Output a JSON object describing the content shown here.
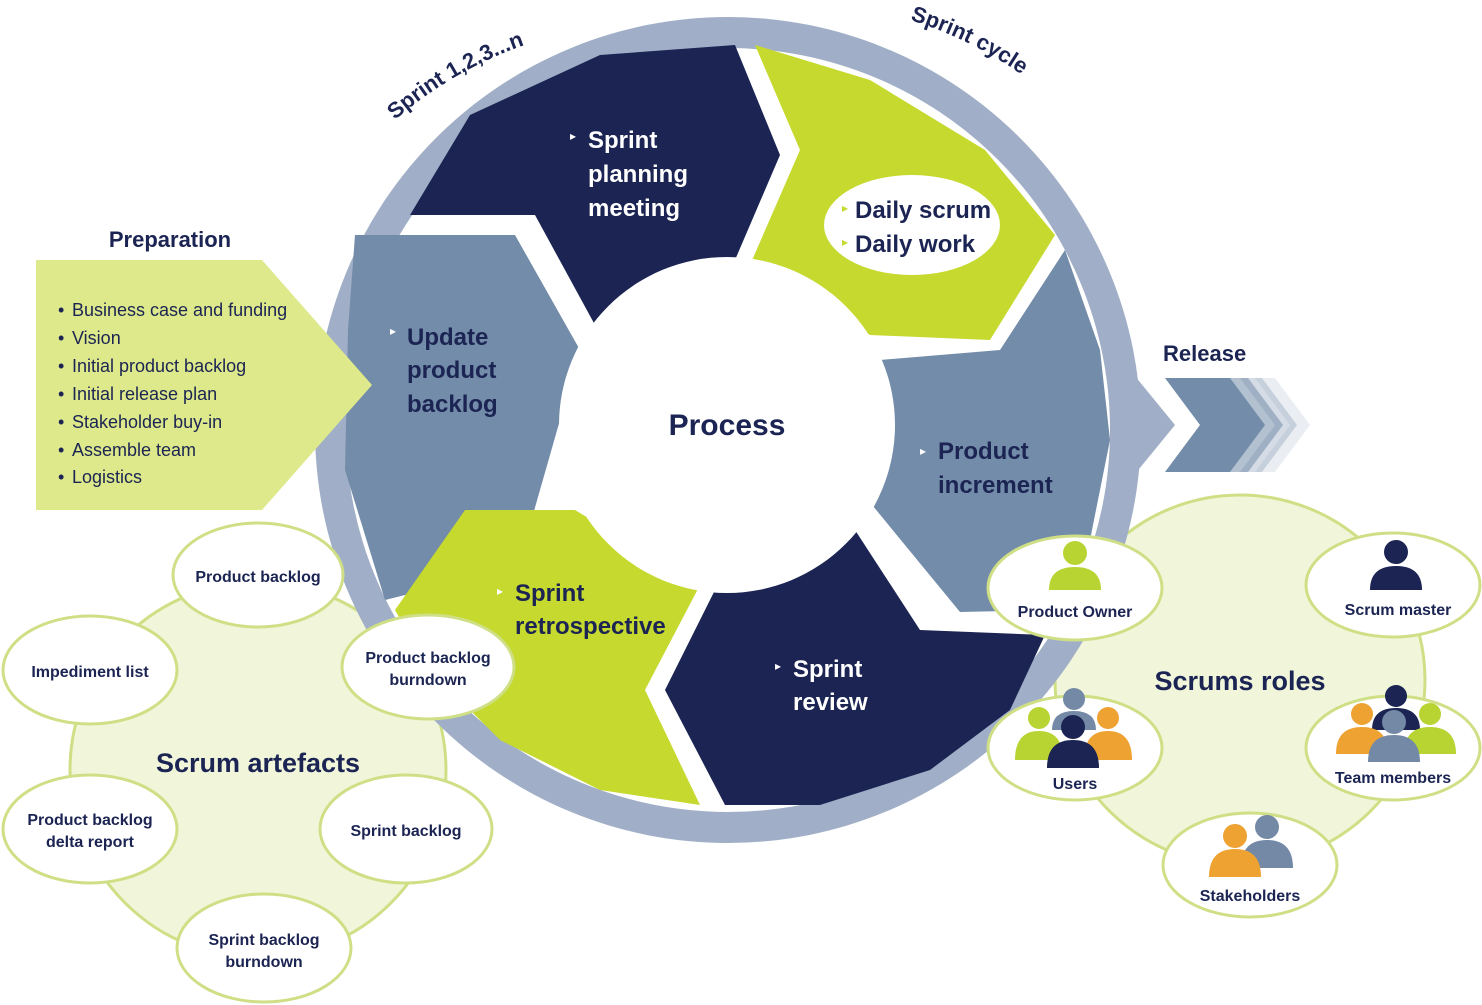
{
  "ring_labels": {
    "sprint_count": "Sprint 1,2,3...n",
    "sprint_cycle": "Sprint cycle"
  },
  "center": {
    "title": "Process"
  },
  "segments": {
    "planning": [
      "Sprint",
      "planning",
      "meeting"
    ],
    "daily": [
      "Daily scrum",
      "Daily work"
    ],
    "increment": [
      "Product",
      "increment"
    ],
    "review": [
      "Sprint",
      "review"
    ],
    "retrospective": [
      "Sprint",
      "retrospective"
    ],
    "update_backlog": [
      "Update",
      "product",
      "backlog"
    ]
  },
  "preparation": {
    "title": "Preparation",
    "items": [
      "Business case and funding",
      "Vision",
      "Initial product backlog",
      "Initial release plan",
      "Stakeholder buy-in",
      "Assemble team",
      "Logistics"
    ]
  },
  "release": {
    "title": "Release"
  },
  "artefacts": {
    "title": "Scrum artefacts",
    "product_backlog": [
      "Product backlog"
    ],
    "burndown": [
      "Product backlog",
      "burndown"
    ],
    "impediment": [
      "Impediment list"
    ],
    "delta_report": [
      "Product backlog",
      "delta report"
    ],
    "sprint_backlog": [
      "Sprint backlog"
    ],
    "sprint_burndown": [
      "Sprint backlog",
      "burndown"
    ]
  },
  "roles": {
    "title": "Scrums roles",
    "product_owner": "Product Owner",
    "scrum_master": "Scrum master",
    "users": "Users",
    "team_members": "Team members",
    "stakeholders": "Stakeholders"
  },
  "colors": {
    "navy": "#1b2452",
    "lime": "#c6d92e",
    "slate": "#738ca9",
    "ring": "#a0afc7",
    "pale_green": "#dde98b",
    "circle_fill": "#f1f5da",
    "circle_stroke": "#cfdf85",
    "orange": "#eea232",
    "person_green": "#b8d432",
    "person_gray": "#7389a6"
  }
}
